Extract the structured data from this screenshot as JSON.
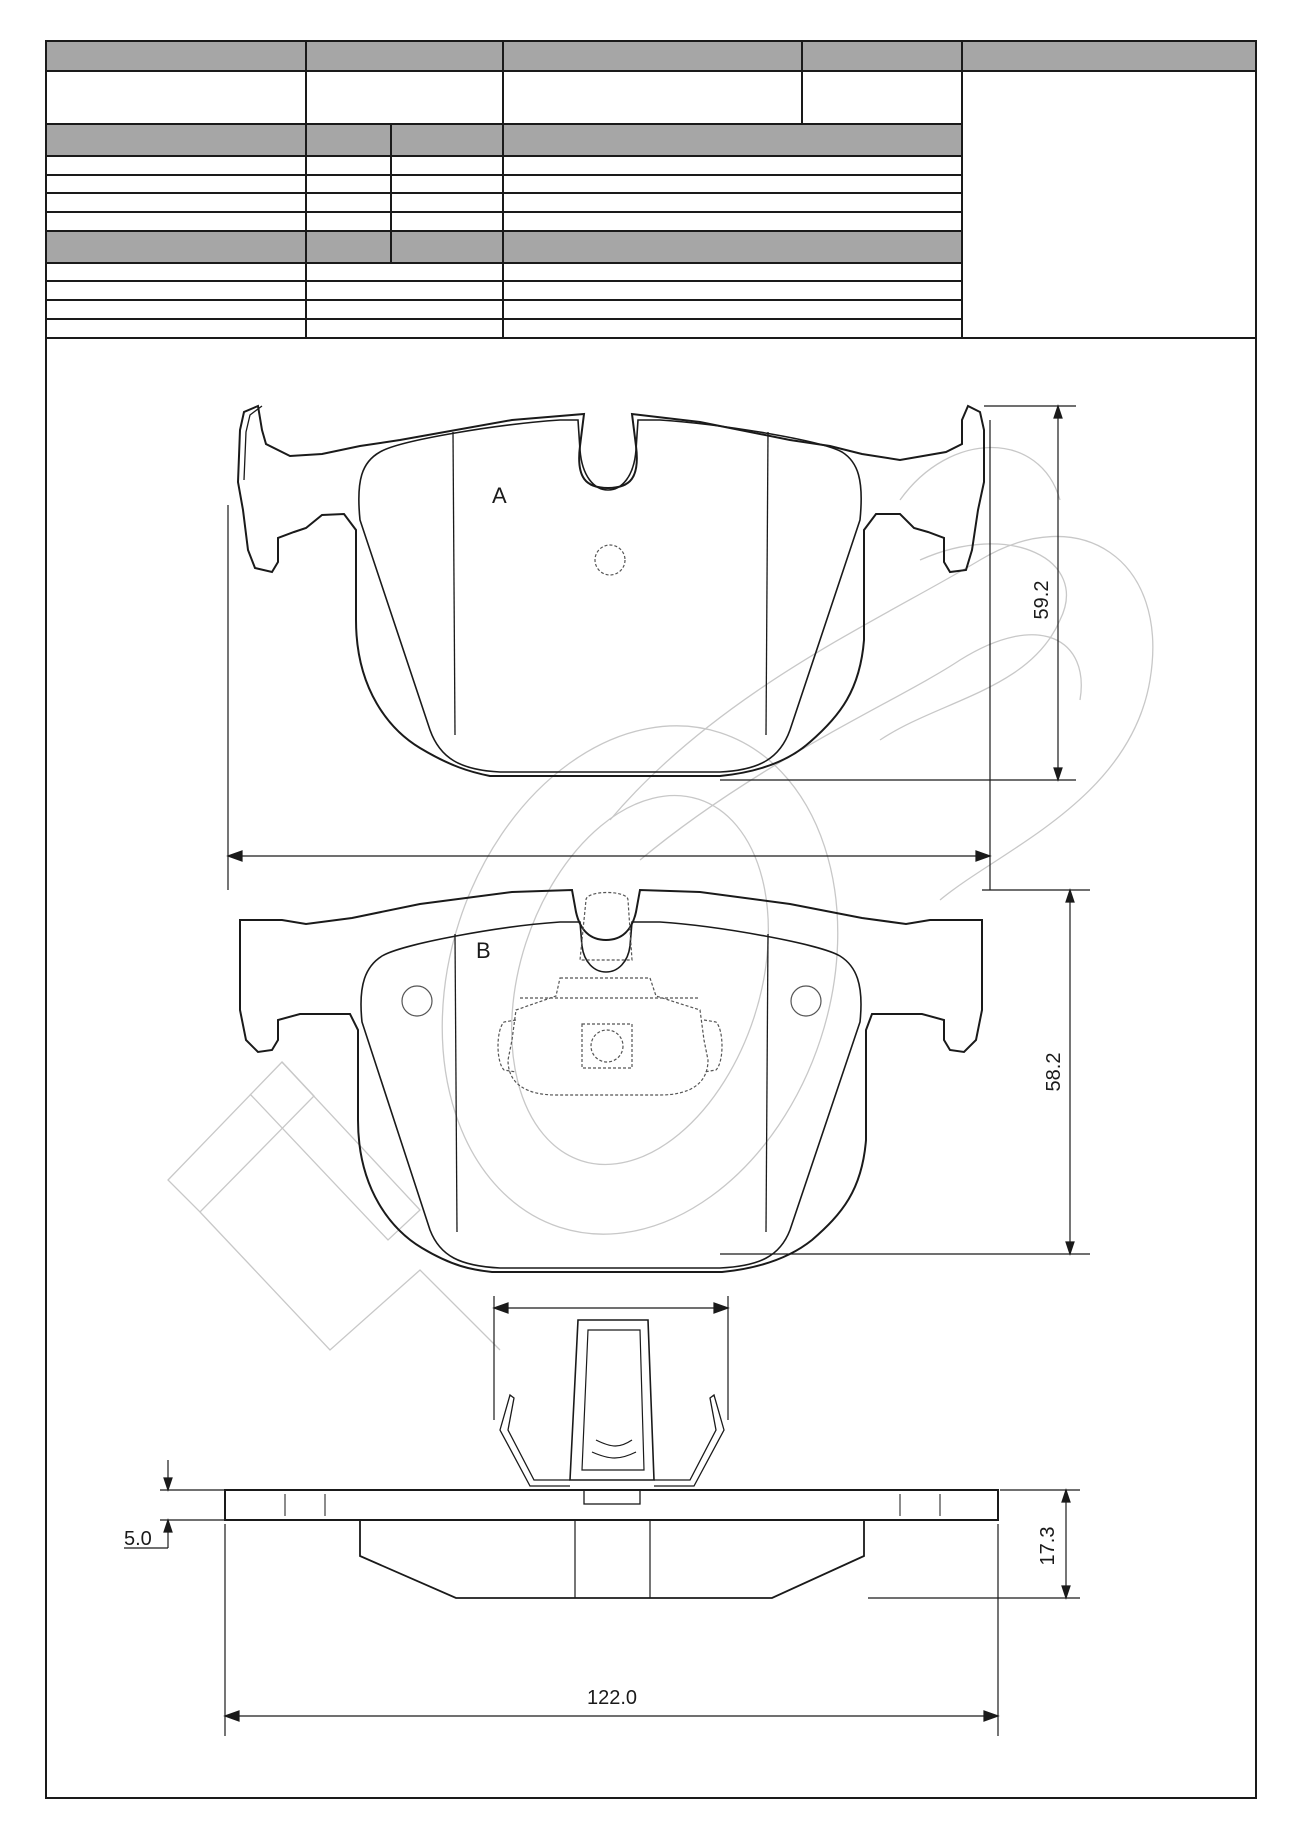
{
  "drawing": {
    "pad_labels": {
      "top_pad": "A",
      "bottom_pad": "B"
    },
    "dimensions": {
      "pad_a_height": "59.2",
      "pad_b_height": "58.2",
      "backplate_thickness": "5.0",
      "total_thickness": "17.3",
      "overall_width": "122.0"
    }
  },
  "colors": {
    "line": "#1a1a1a",
    "header_fill": "#a6a6a6",
    "watermark": "#c8c8c8",
    "hidden": "#555555"
  }
}
